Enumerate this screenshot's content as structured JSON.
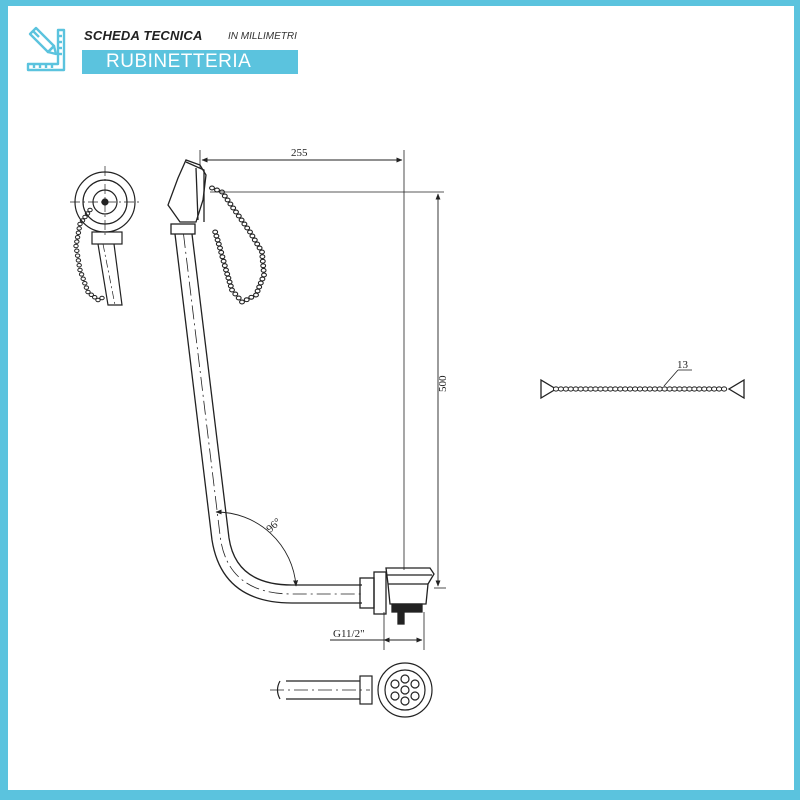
{
  "header": {
    "title": "SCHEDA TECNICA",
    "unit": "IN MILLIMETRI",
    "category": "RUBINETTERIA",
    "logo_icon": "ruler-pencil-icon"
  },
  "colors": {
    "accent": "#5bc3de",
    "line": "#222222"
  },
  "dimensions": {
    "width": "255",
    "height": "500",
    "angle": "96°",
    "chain_length": "13",
    "thread": "G11/2\""
  }
}
